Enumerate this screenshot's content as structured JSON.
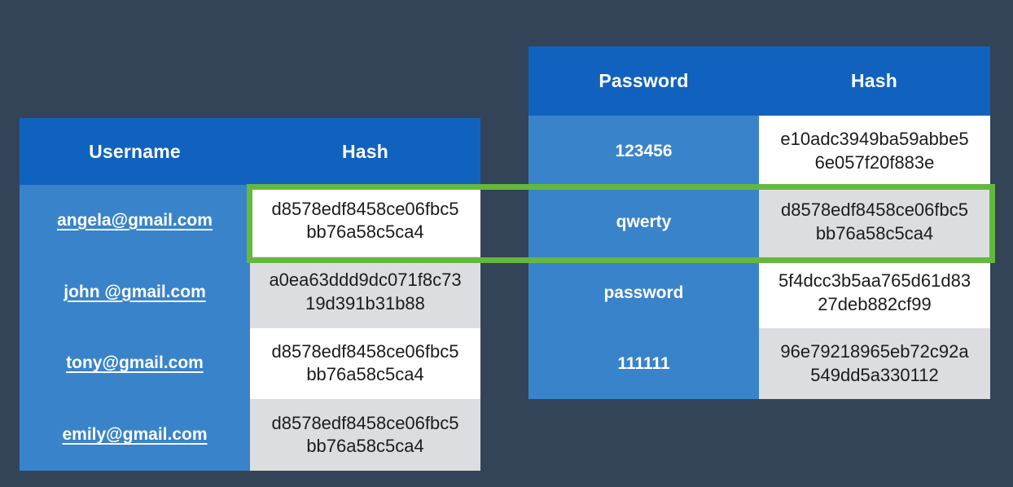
{
  "slide": {
    "background_color": "#334459",
    "table_header_color": "#1162bf",
    "table_row_color": "#3983cb",
    "alt_hash_cell_color": "#dcdde1",
    "highlight": {
      "color": "#64b83e",
      "meaning": "matching-hash-between-tables",
      "matched_hash": "d8578edf8458ce06fbc5bb76a58c5ca4"
    }
  },
  "users_table": {
    "headers": {
      "key": "Username",
      "hash": "Hash"
    },
    "rows": [
      {
        "username": "angela@gmail.com",
        "hash": "d8578edf8458ce06fbc5bb76a58c5ca4",
        "highlighted": true
      },
      {
        "username": "john @gmail.com",
        "hash": "a0ea63ddd9dc071f8c7319d391b31b88",
        "highlighted": false
      },
      {
        "username": "tony@gmail.com",
        "hash": "d8578edf8458ce06fbc5bb76a58c5ca4",
        "highlighted": false
      },
      {
        "username": "emily@gmail.com",
        "hash": "d8578edf8458ce06fbc5bb76a58c5ca4",
        "highlighted": false
      }
    ]
  },
  "passwords_table": {
    "headers": {
      "key": "Password",
      "hash": "Hash"
    },
    "rows": [
      {
        "password": "123456",
        "hash": "e10adc3949ba59abbe56e057f20f883e",
        "highlighted": false
      },
      {
        "password": "qwerty",
        "hash": "d8578edf8458ce06fbc5bb76a58c5ca4",
        "highlighted": true
      },
      {
        "password": "password",
        "hash": "5f4dcc3b5aa765d61d8327deb882cf99",
        "highlighted": false
      },
      {
        "password": "111111",
        "hash": "96e79218965eb72c92a549dd5a330112",
        "highlighted": false
      }
    ]
  }
}
